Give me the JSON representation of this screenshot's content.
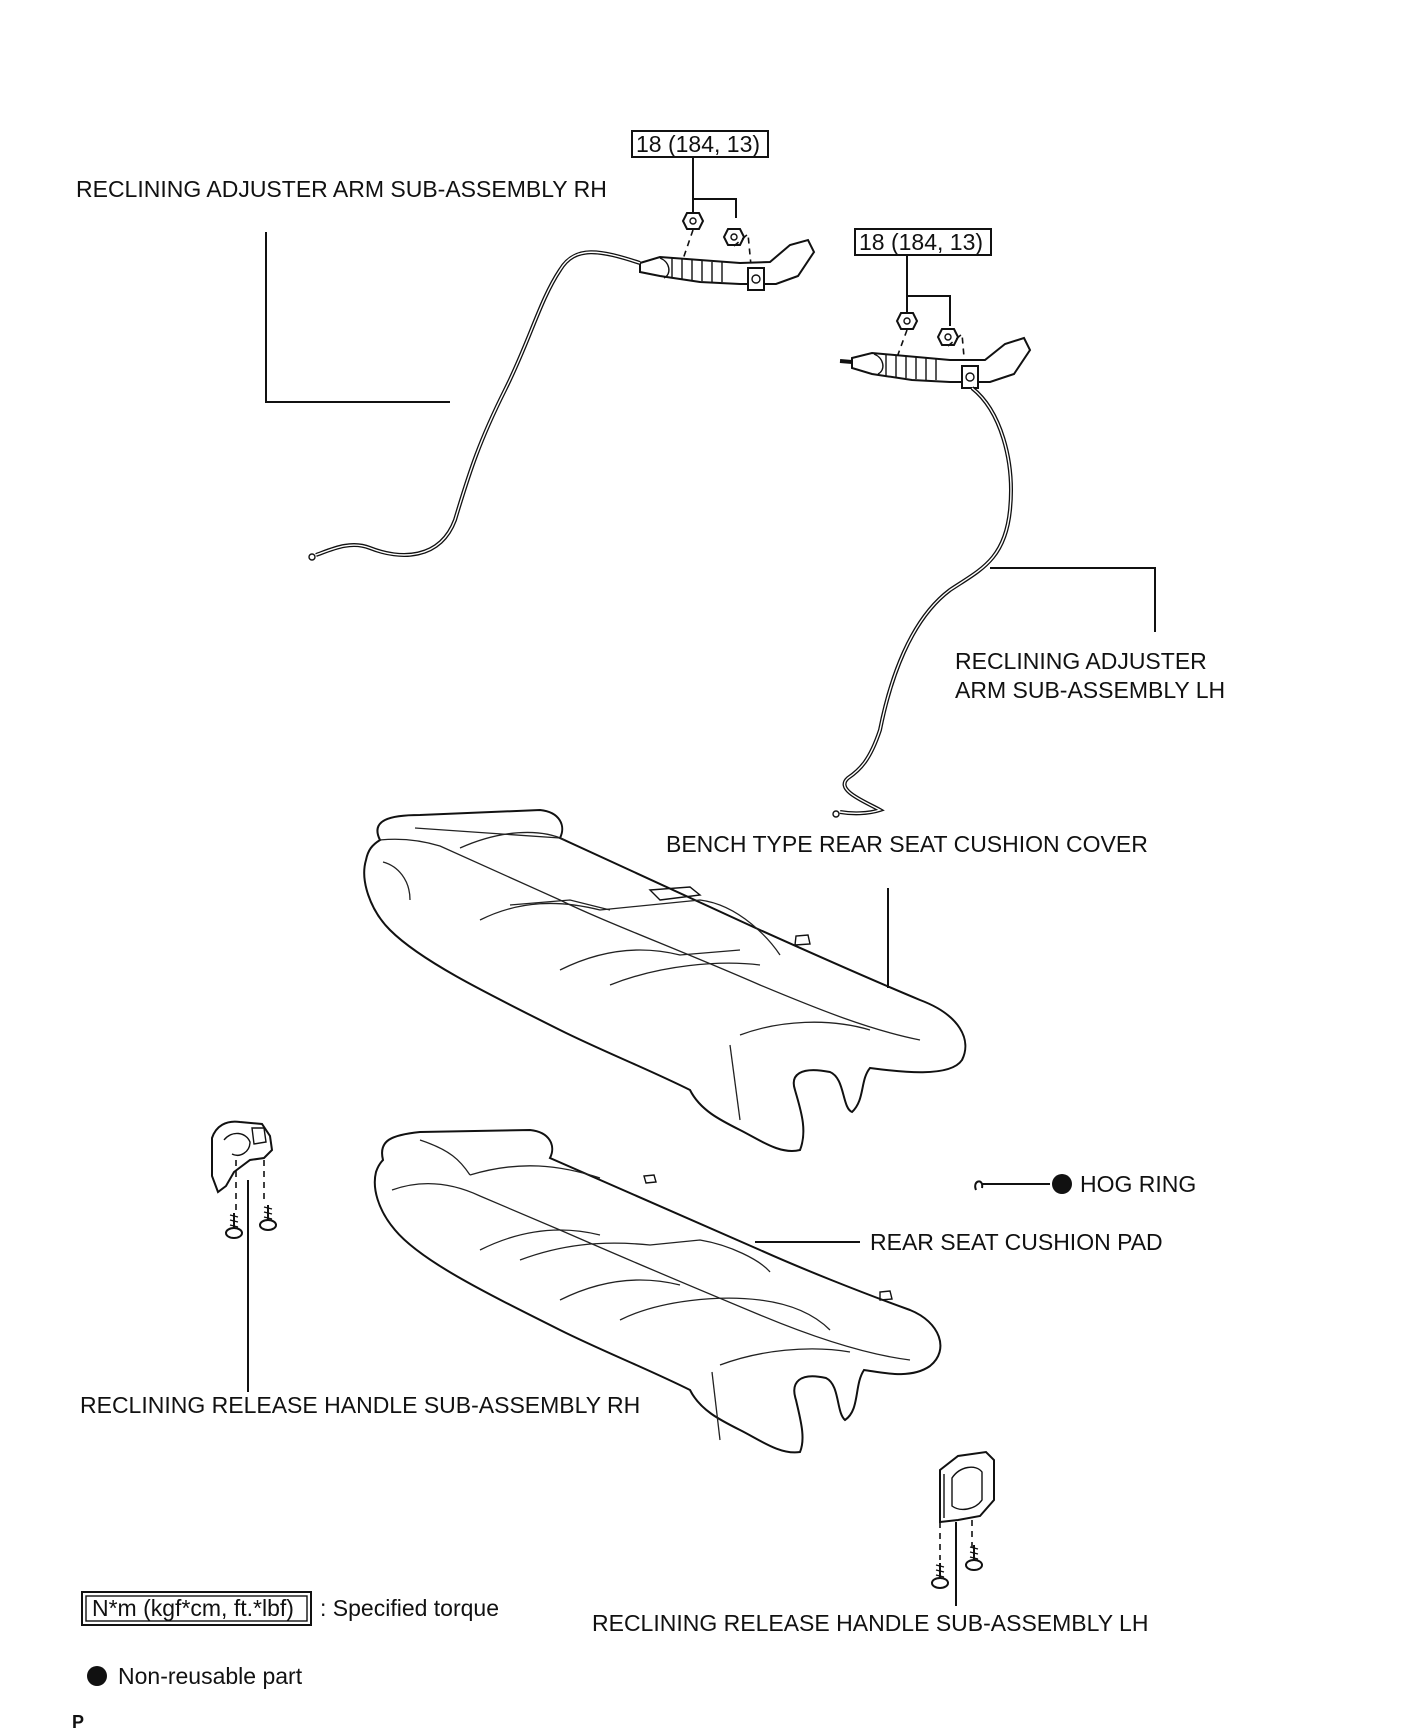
{
  "labels": {
    "adjuster_rh": "RECLINING ADJUSTER ARM SUB-ASSEMBLY RH",
    "adjuster_lh_line1": "RECLINING ADJUSTER",
    "adjuster_lh_line2": "ARM SUB-ASSEMBLY LH",
    "cushion_cover": "BENCH TYPE REAR SEAT CUSHION COVER",
    "hog_ring": "HOG RING",
    "cushion_pad": "REAR SEAT CUSHION PAD",
    "release_handle_rh": "RECLINING RELEASE HANDLE SUB-ASSEMBLY RH",
    "release_handle_lh": "RECLINING RELEASE HANDLE SUB-ASSEMBLY LH"
  },
  "torque": {
    "rh_nut": "18 (184, 13)",
    "lh_nut": "18 (184, 13)"
  },
  "legend": {
    "torque_box": "N*m (kgf*cm, ft.*lbf)",
    "torque_text": ": Specified torque",
    "nonreusable_text": "Non-reusable part"
  },
  "corner_mark": "P"
}
